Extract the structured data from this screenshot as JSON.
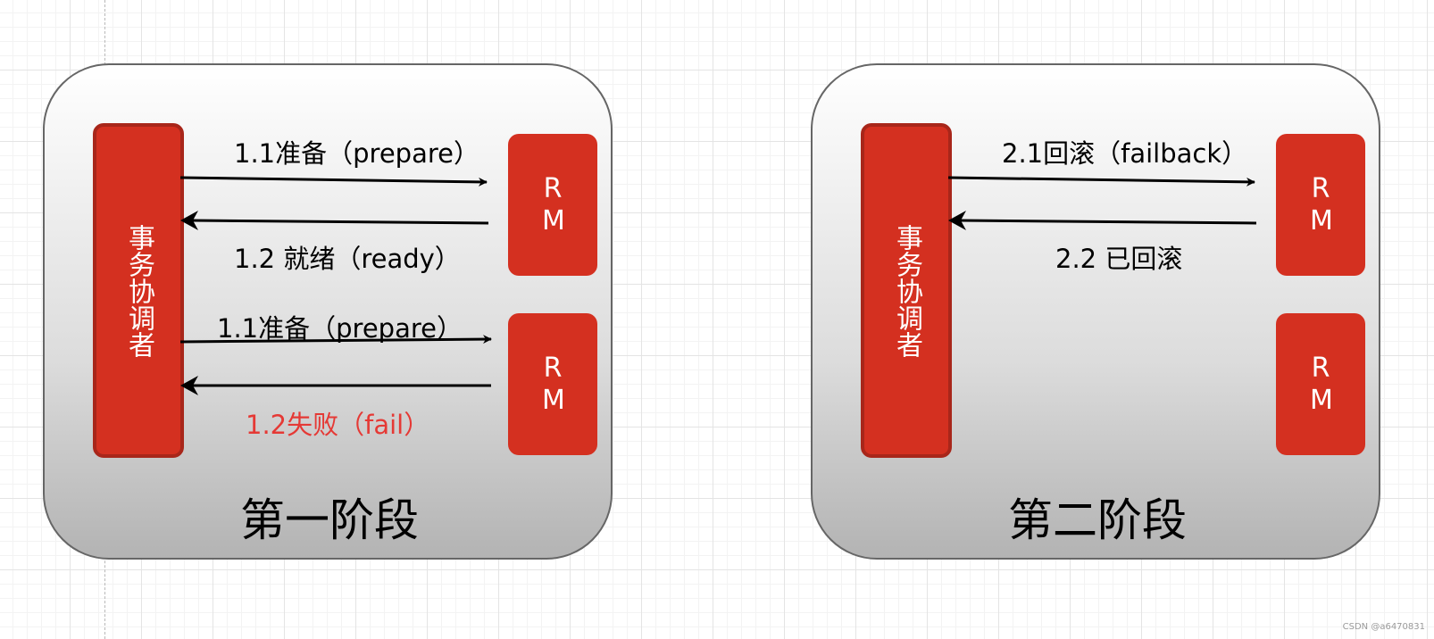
{
  "phase_one": {
    "title": "第一阶段",
    "coordinator": "事务协调者",
    "rm_top": "RM",
    "rm_bottom": "RM",
    "msg_prepare_1": "1.1准备（prepare）",
    "msg_ready": "1.2 就绪（ready）",
    "msg_prepare_2": "1.1准备（prepare）",
    "msg_fail": "1.2失败（fail）"
  },
  "phase_two": {
    "title": "第二阶段",
    "coordinator": "事务协调者",
    "rm_top": "RM",
    "rm_bottom": "RM",
    "msg_failback": "2.1回滚（failback）",
    "msg_rolled_back": "2.2 已回滚"
  },
  "watermark": "CSDN @a6470831",
  "colors": {
    "node_fill": "#d43020",
    "fail_text": "#e53935",
    "arrow": "#000000"
  }
}
